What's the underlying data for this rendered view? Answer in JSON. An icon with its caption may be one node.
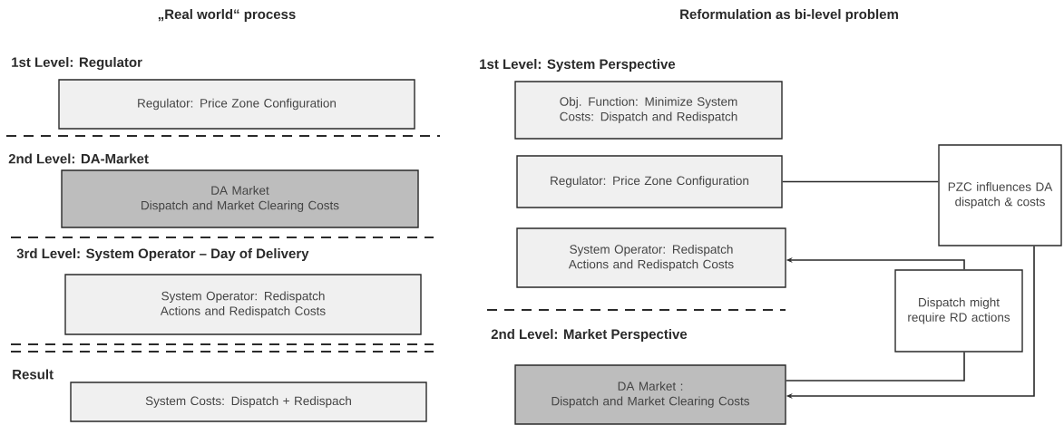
{
  "diagram": {
    "nodes": [
      {
        "text": [
          "Regulator: Price Zone Configuration"
        ]
      },
      {
        "text": [
          "DA Market",
          "Dispatch and Market Clearing Costs"
        ]
      },
      {
        "text": [
          "System Operator: Redispatch Actions and Redispatch Costs"
        ]
      },
      {
        "text": [
          "System Costs: Dispatch + Redispach"
        ]
      },
      {
        "text": [
          "Obj. Function: Minimize System Costs: Dispatch and Redispatch"
        ]
      },
      {
        "text": [
          "Regulator: Price Zone Configuration"
        ]
      },
      {
        "text": [
          "PZC influences DA dispatch & costs"
        ]
      },
      {
        "text": [
          "System Operator: Redispatch Actions and Redispatch Costs"
        ]
      },
      {
        "text": [
          "Dispatch might require RD actions"
        ]
      },
      {
        "text": [
          "DA Market :",
          "Dispatch and Market Clearing Costs"
        ]
      }
    ],
    "edges": [
      {
        "from": 5,
        "to": 6,
        "arrow": "none"
      },
      {
        "from": 6,
        "to": 9,
        "arrow": "to"
      },
      {
        "from": 9,
        "to": 8,
        "arrow": "none"
      },
      {
        "from": 8,
        "to": 7,
        "arrow": "to"
      }
    ],
    "labels": [
      "„Real world“ process",
      "Reformulation as bi-level problem",
      "1st Level: Regulator",
      "1st Level: System Perspective",
      "2nd Level: DA-Market",
      "3rd Level: System Operator – Day of Delivery",
      "2nd Level: Market Perspective",
      "Result"
    ]
  }
}
